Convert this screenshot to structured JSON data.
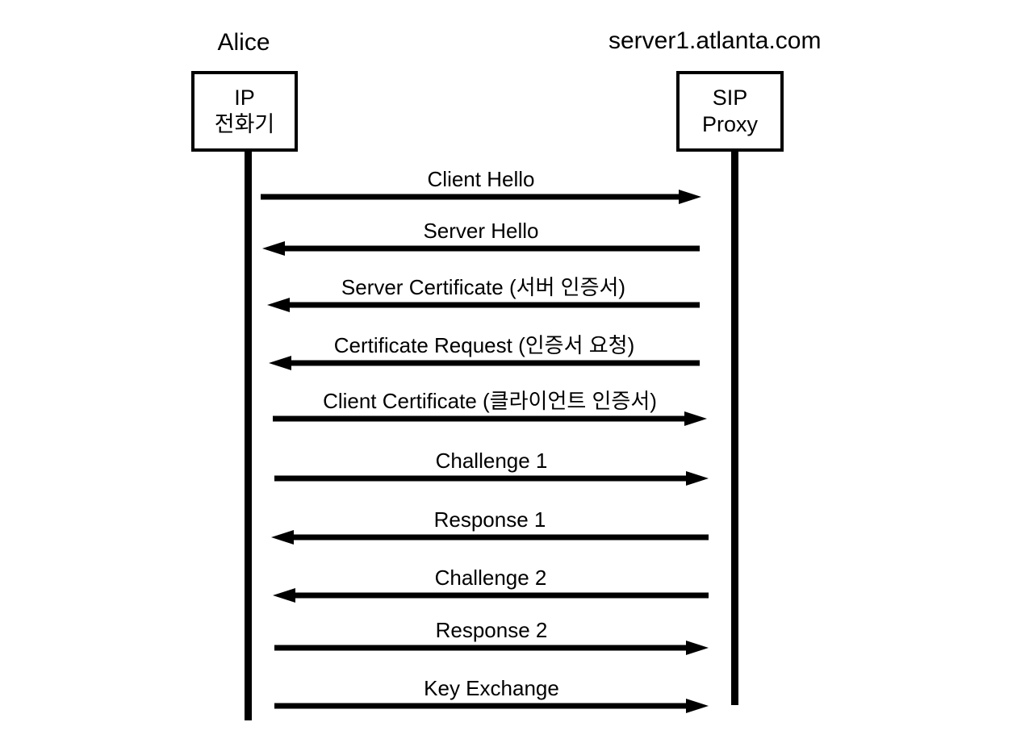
{
  "diagram": {
    "type": "sequence-diagram",
    "title": "TLS mutual authentication between IP phone and SIP proxy",
    "background_color": "#ffffff",
    "line_color": "#000000",
    "participants": [
      {
        "id": "client",
        "header_label": "Alice",
        "box_line1": "IP",
        "box_line2": "전화기"
      },
      {
        "id": "server",
        "header_label": "server1.atlanta.com",
        "box_line1": "SIP",
        "box_line2": "Proxy"
      }
    ],
    "messages": [
      {
        "index": 1,
        "label": "Client Hello",
        "direction": "right"
      },
      {
        "index": 2,
        "label": "Server Hello",
        "direction": "left"
      },
      {
        "index": 3,
        "label": "Server Certificate (서버 인증서)",
        "direction": "left"
      },
      {
        "index": 4,
        "label": "Certificate Request (인증서 요청)",
        "direction": "left"
      },
      {
        "index": 5,
        "label": "Client Certificate (클라이언트 인증서)",
        "direction": "right"
      },
      {
        "index": 6,
        "label": "Challenge 1",
        "direction": "right"
      },
      {
        "index": 7,
        "label": "Response 1",
        "direction": "left"
      },
      {
        "index": 8,
        "label": "Challenge 2",
        "direction": "left"
      },
      {
        "index": 9,
        "label": "Response 2",
        "direction": "right"
      },
      {
        "index": 10,
        "label": "Key Exchange",
        "direction": "right"
      }
    ]
  }
}
